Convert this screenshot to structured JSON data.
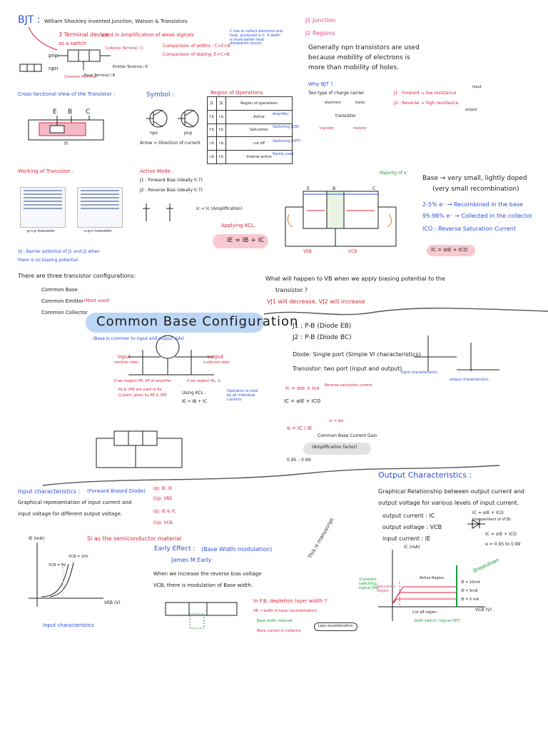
{
  "bjt": {
    "heading": "BJT :",
    "inventors": "William Shockley invented Junction, Watson & Transistors",
    "terminal_device": "3 Terminal device",
    "used_in": "used in Amplification of weak signals",
    "as_switch": "as a switch",
    "pnp": "pnp",
    "npn": "npn",
    "emitter_note": "Emitter Terminal / E",
    "base_note": "Base Terminal / B",
    "collector_note": "Collector Terminal / C",
    "common_note": "Common Terminal",
    "comp_width": "Comparision of widths : C>E>B",
    "comp_doping": "Comparision of doping: E>C>B",
    "collector_box_note": "C has to collect electrons and heat, produced in C. If width is more better heat dissipation occurs"
  },
  "junctions": {
    "j1": "J1 Junction",
    "j2": "J2 Regions",
    "generally": "Generally npn transistors are used",
    "because": "because mobility of electrons is",
    "more_than": "more than mobility of holes.",
    "why": "Why BJT ?",
    "two_carriers": "Two type of charge carrier",
    "electrons": "electrons",
    "holes": "holes",
    "forward_low": "J1 : Forward → low resistance",
    "reverse_high": "J2 : Reverse → high resistance",
    "input": "input",
    "output": "output",
    "transistor": "transistor",
    "transfer": "transfer",
    "resistor": "resistor"
  },
  "cross_section": {
    "title": "Cross-Sectional View of the Transistor :",
    "e": "E",
    "b": "B",
    "c": "C",
    "n": "n"
  },
  "symbol": {
    "title": "Symbol :",
    "npn": "npn",
    "pnp": "pnp",
    "arrow_note": "Arrow = Direction of current"
  },
  "regions": {
    "title": "Region of Operations",
    "header": [
      "J1",
      "J2",
      "Region of operations"
    ],
    "rows": [
      [
        "f.b",
        "r.b",
        "Active"
      ],
      [
        "f.b",
        "f.b",
        "Saturation"
      ],
      [
        "r.b",
        "r.b",
        "cut off"
      ],
      [
        "r.b",
        "f.b",
        "Inverse active"
      ]
    ],
    "labels": [
      "Amplifier",
      "Switching (ON)",
      "Switching (OFF)",
      "Rarely used"
    ]
  },
  "working": {
    "title": "Working of Transistor :",
    "caption_left": "p-n-p transistor",
    "caption_right": "n-p-n transistor",
    "barrier": "VJ : Barrier potential of J1 and J2 when",
    "barrier2": "there is no biasing potential"
  },
  "active_mode": {
    "title": "Active Mode :",
    "j1": "J1 : Forward Bias (ideally 0.7)",
    "j2": "J2 : Reverse Bias (ideally 0.7)",
    "ic": "Ic < Ic (Amplification)",
    "applying": "Applying KCL,",
    "equation": "IE = IB + IC"
  },
  "carrier_diagram": {
    "majority": "Majority of e⁻",
    "veb": "VEB",
    "vcb": "VCB",
    "e": "E",
    "b": "B",
    "c": "C"
  },
  "base_notes": {
    "base": "Base → very small, lightly doped",
    "recombination": "(very small recombination)",
    "percent_5": "2-5% e⁻ → Recombined in the base",
    "percent_95": "95-98% e⁻ → Collected in the collector",
    "ico": "ICO : Reverse Saturation Current",
    "ic_eq": "IC = αIE + ICO"
  },
  "configs": {
    "intro": "There are three transistor configurations:",
    "cb": "Common Base",
    "ce": "Common Emitter",
    "ce_note": "(Most used)",
    "cc": "Common Collector"
  },
  "question": {
    "q1": "What will happen to VB when we apply biasing potential to the",
    "q2": "transistor ?",
    "a1": "VJ1 will decrease, VJ2 will increase"
  },
  "common_base": {
    "title": "Common Base Configuration",
    "subtitle": "(Base is common to input and output side)",
    "input": "Input",
    "input_sub": "(emitter side)",
    "output": "output",
    "output_sub": "(collector side)",
    "note_left": "If we neglect RE, I/P of amplifier",
    "note_left2": "Rs & VEE are used to fix",
    "note_left3": "Q point, given by RE & VEE",
    "note_right": "If we neglect RL, Ic",
    "using_kcl": "Using KCL :",
    "kcl_eq": "IE = IB + IC",
    "kcl_note": "Operation is total by all individual currents",
    "j1": "J1 : P-B (Diode EB)",
    "j2": "J2 : P-B (Diode BC)",
    "diode1": "Diode: Single port (Simple VI characteristics)",
    "transistor": "Transistor: two port (input and output)",
    "ic_eq1": "Ic = αIe + Ico",
    "ic_eq2": "IC = αIE + ICO",
    "ico_note": "Reverse saturation current",
    "ie_note": "Ic = αIe",
    "alpha_eq": "α = IC / IE",
    "gain": "Common Base Current Gain",
    "amp": "(Amplification factor)",
    "range": "0.95 – 0.99",
    "input_char_label": "input characteristics",
    "output_char_label": "output characteristics"
  },
  "input_char": {
    "title": "Input characteristics :",
    "title_note": "(Forward Biased Diode)",
    "d1": "Graphical representation of input current and",
    "d2": "input voltage for different output voltage.",
    "ip": "I/p: IE, IE",
    "op": "O/p: VBE",
    "ip2": "I/p: IE & IC",
    "op2": "O/p: VCB",
    "si": "Si as the semiconductor material",
    "ie_axis": "IE (mA)",
    "veb_axis": "VEB (V)",
    "cap": "Input characteristics",
    "curve1": "VCB = 5V",
    "curve2": "VCB = 10V"
  },
  "early": {
    "title": "Early Effect :",
    "title_note": "(Base Width modulation)",
    "by": "James M Early",
    "d1": "When we increase the reverse bias voltage",
    "d2": "VCB, there is modulation of Base width.",
    "why": "In F.B, depletion layer width ?",
    "note1": "VB → width of base (recombination)",
    "note2": "Base width reduced",
    "note3": "More current in Collector",
    "bubble": "Less recombination"
  },
  "output_char": {
    "title": "Output Characteristics :",
    "d1": "Graphical Relationship between output current and",
    "d2": "output voltage for various levels of input current.",
    "oc": "output current : IC",
    "ov": "output voltage : VCB",
    "ic": "input current : IE",
    "eq1": "IC = αIE + ICO",
    "eq2": "(independent of VCB)",
    "eq3": "IC = αIE + ICO",
    "eq4": "α = 0.95 to 0.99",
    "breakdown": "Breakdown",
    "active": "Active Region",
    "sat": "Saturation Region",
    "cutoff": "Cut off region",
    "ic_axis": "IC (mA)",
    "vcb_axis": "VCB (V)",
    "curves": [
      "IE = 10mA",
      "IE = 5mA",
      "IE = 0 mA"
    ],
    "cutoff_note": "(both switch / logical OFF)",
    "const": "(Constant switching / logical ON)"
  },
  "margin_note": "This is manuscript"
}
